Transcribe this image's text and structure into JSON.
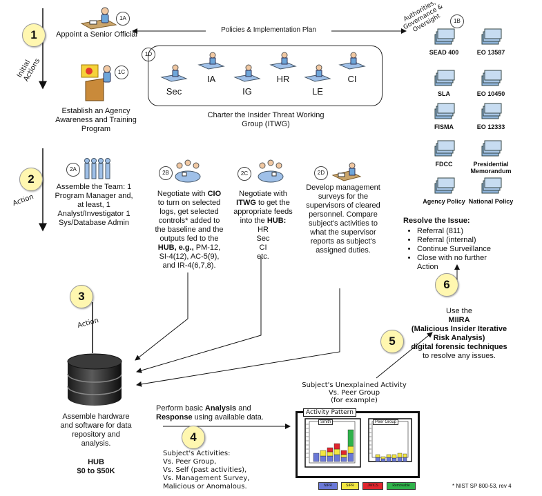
{
  "steps": {
    "s1": "1",
    "s2": "2",
    "s3": "3",
    "s4": "4",
    "s5": "5",
    "s6": "6"
  },
  "sub_badges": {
    "a1": "1A",
    "b1": "1B",
    "c1": "1C",
    "d1": "1D",
    "a2": "2A",
    "b2": "2B",
    "c2": "2C",
    "d2": "2D"
  },
  "side_labels": {
    "initial": "Initial Actions",
    "action1": "Action",
    "action2": "Action"
  },
  "step1": {
    "senior": "Appoint a Senior Official",
    "policies": "Policies & Implementation Plan",
    "awareness": "Establish an Agency Awareness and Training Program",
    "charter": "Charter the Insider Threat Working Group (ITWG)",
    "members": [
      "Sec",
      "IA",
      "IG",
      "HR",
      "LE",
      "CI"
    ],
    "authorities_title": "Authorities, Governance & Oversight",
    "authorities": [
      "SEAD 400",
      "EO 13587",
      "SLA",
      "EO 10450",
      "FISMA",
      "EO 12333",
      "FDCC",
      "Presidential Memorandum",
      "Agency Policy",
      "National Policy"
    ]
  },
  "step2": {
    "team": "Assemble the Team: 1 Program Manager and, at least, 1 Analyst/Investigator 1 Sys/Database Admin",
    "cio_1": "Negotiate with",
    "cio_2": "CIO",
    "cio_3": "to turn on selected logs, get selected controls* added to the baseline and the outputs fed to the",
    "cio_4": "HUB, e.g.,",
    "cio_5": "PM-12, SI-4(12), AC-5(9), and IR-4(6,7,8).",
    "itwg_1": "Negotiate with",
    "itwg_2": "ITWG",
    "itwg_3": "to get the appropriate feeds into the",
    "itwg_4": "HUB:",
    "itwg_feeds": [
      "HR",
      "Sec",
      "CI",
      "etc."
    ],
    "surveys": "Develop management surveys for the supervisors of cleared personnel. Compare subject's activities to what the supervisor reports as subject's assigned duties."
  },
  "step3": {
    "assemble": "Assemble hardware and software for data repository and analysis.",
    "hub": "HUB",
    "cost": "$0 to $50K"
  },
  "step4": {
    "perform_1": "Perform basic",
    "perform_2": "Analysis",
    "perform_3": "and",
    "perform_4": "Response",
    "perform_5": "using available data.",
    "activities": [
      "Subject's Activities:",
      "Vs. Peer Group,",
      "Vs. Self (past activities),",
      "Vs. Management Survey,",
      "Malicious or Anomalous."
    ]
  },
  "unexplained": {
    "line1": "Subject's Unexplained Activity",
    "line2": "Vs. Peer Group",
    "line3": "(for example)"
  },
  "activity_chart": {
    "title": "Activity Pattern",
    "left_label": "Smith",
    "right_label": "Peer Group",
    "legend": [
      "NIPR",
      "SIPR",
      "JWICS",
      "Removable"
    ],
    "colors": {
      "nipr": "#6a78d6",
      "sipr": "#f2e641",
      "jwics": "#e0262e",
      "removable": "#2fb24a"
    }
  },
  "step5": {
    "use": "Use the",
    "miira": "MIIRA",
    "miira_full": "(Malicious Insider Iterative Risk Analysis)",
    "digital": "digital forensic techniques",
    "resolve": "to resolve any issues."
  },
  "step6": {
    "title": "Resolve the Issue:",
    "items": [
      "Referral (811)",
      "Referral (internal)",
      "Continue Surveillance",
      "Close with no further Action"
    ]
  },
  "footnote": "* NIST SP 800-53, rev 4"
}
